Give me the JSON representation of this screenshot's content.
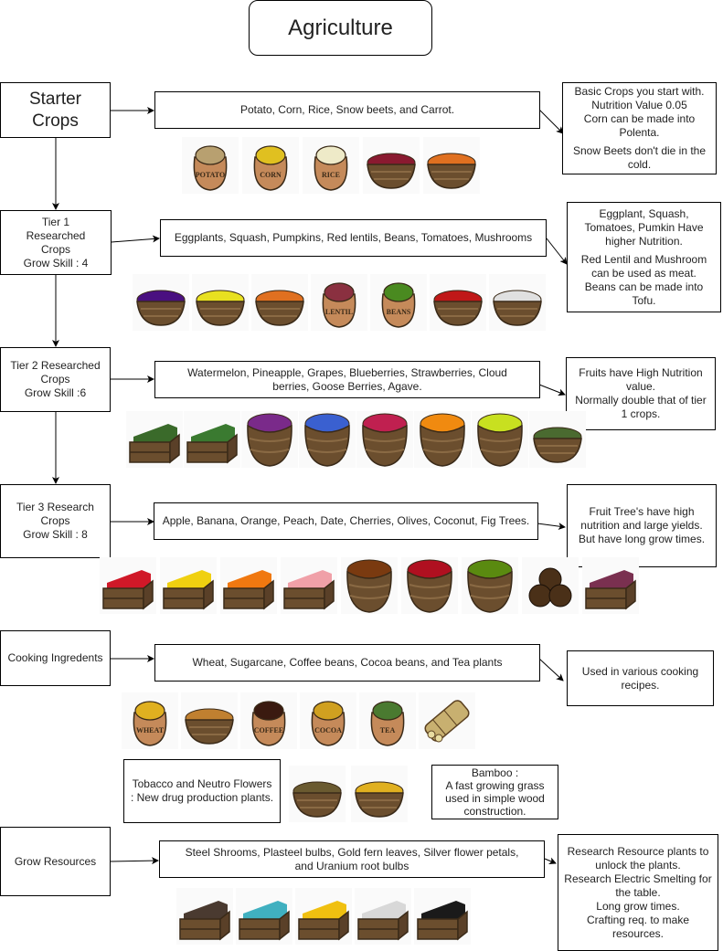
{
  "title": "Agriculture",
  "sections": {
    "starter": {
      "label": "Starter Crops",
      "crops": "Potato, Corn, Rice, Snow beets, and Carrot.",
      "notes": [
        "Basic Crops you start with. Nutrition Value 0.05",
        "Corn can be made into Polenta.",
        "Snow Beets don't die in the cold."
      ],
      "icons": [
        {
          "name": "potato",
          "kind": "sack",
          "fill": "#b8a070",
          "text": "POTATO"
        },
        {
          "name": "corn",
          "kind": "sack",
          "fill": "#e0c020",
          "text": "CORN"
        },
        {
          "name": "rice",
          "kind": "sack",
          "fill": "#eeeac8",
          "text": "RICE"
        },
        {
          "name": "snow-beets",
          "kind": "basket",
          "fill": "#8a1a30"
        },
        {
          "name": "carrot",
          "kind": "basket",
          "fill": "#e07020"
        }
      ]
    },
    "tier1": {
      "label_lines": [
        "Tier 1",
        "Researched",
        "Crops",
        "Grow Skill : 4"
      ],
      "crops": "Eggplants, Squash, Pumpkins, Red lentils, Beans, Tomatoes, Mushrooms",
      "notes": [
        "Eggplant, Squash, Tomatoes, Pumkin Have higher Nutrition.",
        "Red Lentil and Mushroom can be used as meat.",
        "Beans can be made into Tofu."
      ],
      "icons": [
        {
          "name": "eggplant",
          "kind": "basket",
          "fill": "#4a1080"
        },
        {
          "name": "squash",
          "kind": "basket",
          "fill": "#e8e020"
        },
        {
          "name": "pumpkin",
          "kind": "basket",
          "fill": "#e07020"
        },
        {
          "name": "lentil",
          "kind": "sack",
          "fill": "#8a3040",
          "text": "LENTIL"
        },
        {
          "name": "beans",
          "kind": "sack",
          "fill": "#4a8a20",
          "text": "BEANS"
        },
        {
          "name": "tomato",
          "kind": "basket",
          "fill": "#c01818"
        },
        {
          "name": "mushroom",
          "kind": "basket",
          "fill": "#e0e0e0"
        }
      ]
    },
    "tier2": {
      "label_lines": [
        "Tier 2 Researched",
        "Crops",
        "Grow Skill :6"
      ],
      "crops": "Watermelon, Pineapple, Grapes, Blueberries, Strawberries, Cloud berries, Goose Berries,  Agave.",
      "notes": [
        "Fruits have High Nutrition value.",
        "Normally double that of tier 1 crops."
      ],
      "icons": [
        {
          "name": "watermelon",
          "kind": "crate",
          "fill": "#3a6a2a"
        },
        {
          "name": "pineapple",
          "kind": "crate",
          "fill": "#3a7a30"
        },
        {
          "name": "grapes",
          "kind": "tall-basket",
          "fill": "#7a2a8a"
        },
        {
          "name": "blueberries",
          "kind": "tall-basket",
          "fill": "#3a60d0"
        },
        {
          "name": "strawberries",
          "kind": "tall-basket",
          "fill": "#c02050"
        },
        {
          "name": "cloudberries",
          "kind": "tall-basket",
          "fill": "#f08a10"
        },
        {
          "name": "gooseberries",
          "kind": "tall-basket",
          "fill": "#c8e020"
        },
        {
          "name": "agave",
          "kind": "basket",
          "fill": "#4a6a30"
        }
      ]
    },
    "tier3": {
      "label_lines": [
        "Tier 3 Research",
        "Crops",
        "Grow Skill : 8"
      ],
      "crops": "Apple, Banana, Orange, Peach, Date, Cherries, Olives, Coconut, Fig Trees.",
      "notes": [
        "Fruit Tree's have high nutrition and large yields. But have long grow times."
      ],
      "icons": [
        {
          "name": "apple",
          "kind": "crate",
          "fill": "#d01828"
        },
        {
          "name": "banana",
          "kind": "crate",
          "fill": "#f0d010"
        },
        {
          "name": "orange",
          "kind": "crate",
          "fill": "#f07810"
        },
        {
          "name": "peach",
          "kind": "crate",
          "fill": "#f0a0a8"
        },
        {
          "name": "date",
          "kind": "tall-basket",
          "fill": "#7a3a10"
        },
        {
          "name": "cherries",
          "kind": "tall-basket",
          "fill": "#b01020"
        },
        {
          "name": "olives",
          "kind": "tall-basket",
          "fill": "#5a8a10"
        },
        {
          "name": "coconut",
          "kind": "coconut",
          "fill": "#4a3018"
        },
        {
          "name": "fig",
          "kind": "crate",
          "fill": "#7a3050"
        }
      ]
    },
    "cooking": {
      "label": "Cooking Ingredents",
      "crops": "Wheat, Sugarcane, Coffee beans, Cocoa beans, and Tea plants",
      "notes": [
        "Used in various cooking recipes."
      ],
      "icons": [
        {
          "name": "wheat",
          "kind": "sack",
          "fill": "#e0b020",
          "text": "WHEAT"
        },
        {
          "name": "sugarcane",
          "kind": "basket",
          "fill": "#c08030"
        },
        {
          "name": "coffee",
          "kind": "sack",
          "fill": "#3a1a10",
          "text": "COFFEE"
        },
        {
          "name": "cocoa",
          "kind": "sack",
          "fill": "#d0a020",
          "text": "COCOA"
        },
        {
          "name": "tea",
          "kind": "sack",
          "fill": "#4a7a30",
          "text": "TEA"
        },
        {
          "name": "bamboo",
          "kind": "bamboo",
          "fill": "#c8b070"
        }
      ],
      "tobacco_note": "Tobacco and Neutro Flowers : New drug production plants.",
      "tobacco_icons": [
        {
          "name": "tobacco",
          "kind": "basket",
          "fill": "#6a5a30"
        },
        {
          "name": "neutro-flowers",
          "kind": "basket",
          "fill": "#e0b020"
        }
      ],
      "bamboo_note_lines": [
        "Bamboo :",
        "A fast growing grass used in simple wood construction."
      ]
    },
    "resources": {
      "label": "Grow Resources",
      "crops": "Steel Shrooms, Plasteel bulbs, Gold fern leaves, Silver flower petals, and Uranium root bulbs",
      "notes": [
        "Research Resource plants to unlock the plants.",
        "Research Electric Smelting for the table.",
        "Long grow times.",
        "Crafting req. to make resources."
      ],
      "icons": [
        {
          "name": "steel-shrooms",
          "kind": "crate",
          "fill": "#4a3a30"
        },
        {
          "name": "plasteel-bulbs",
          "kind": "crate",
          "fill": "#40b0c0"
        },
        {
          "name": "gold-fern",
          "kind": "crate",
          "fill": "#f0c010"
        },
        {
          "name": "silver-petals",
          "kind": "crate",
          "fill": "#d8d8d8"
        },
        {
          "name": "uranium-bulbs",
          "kind": "crate",
          "fill": "#1a1a1a"
        }
      ]
    }
  }
}
